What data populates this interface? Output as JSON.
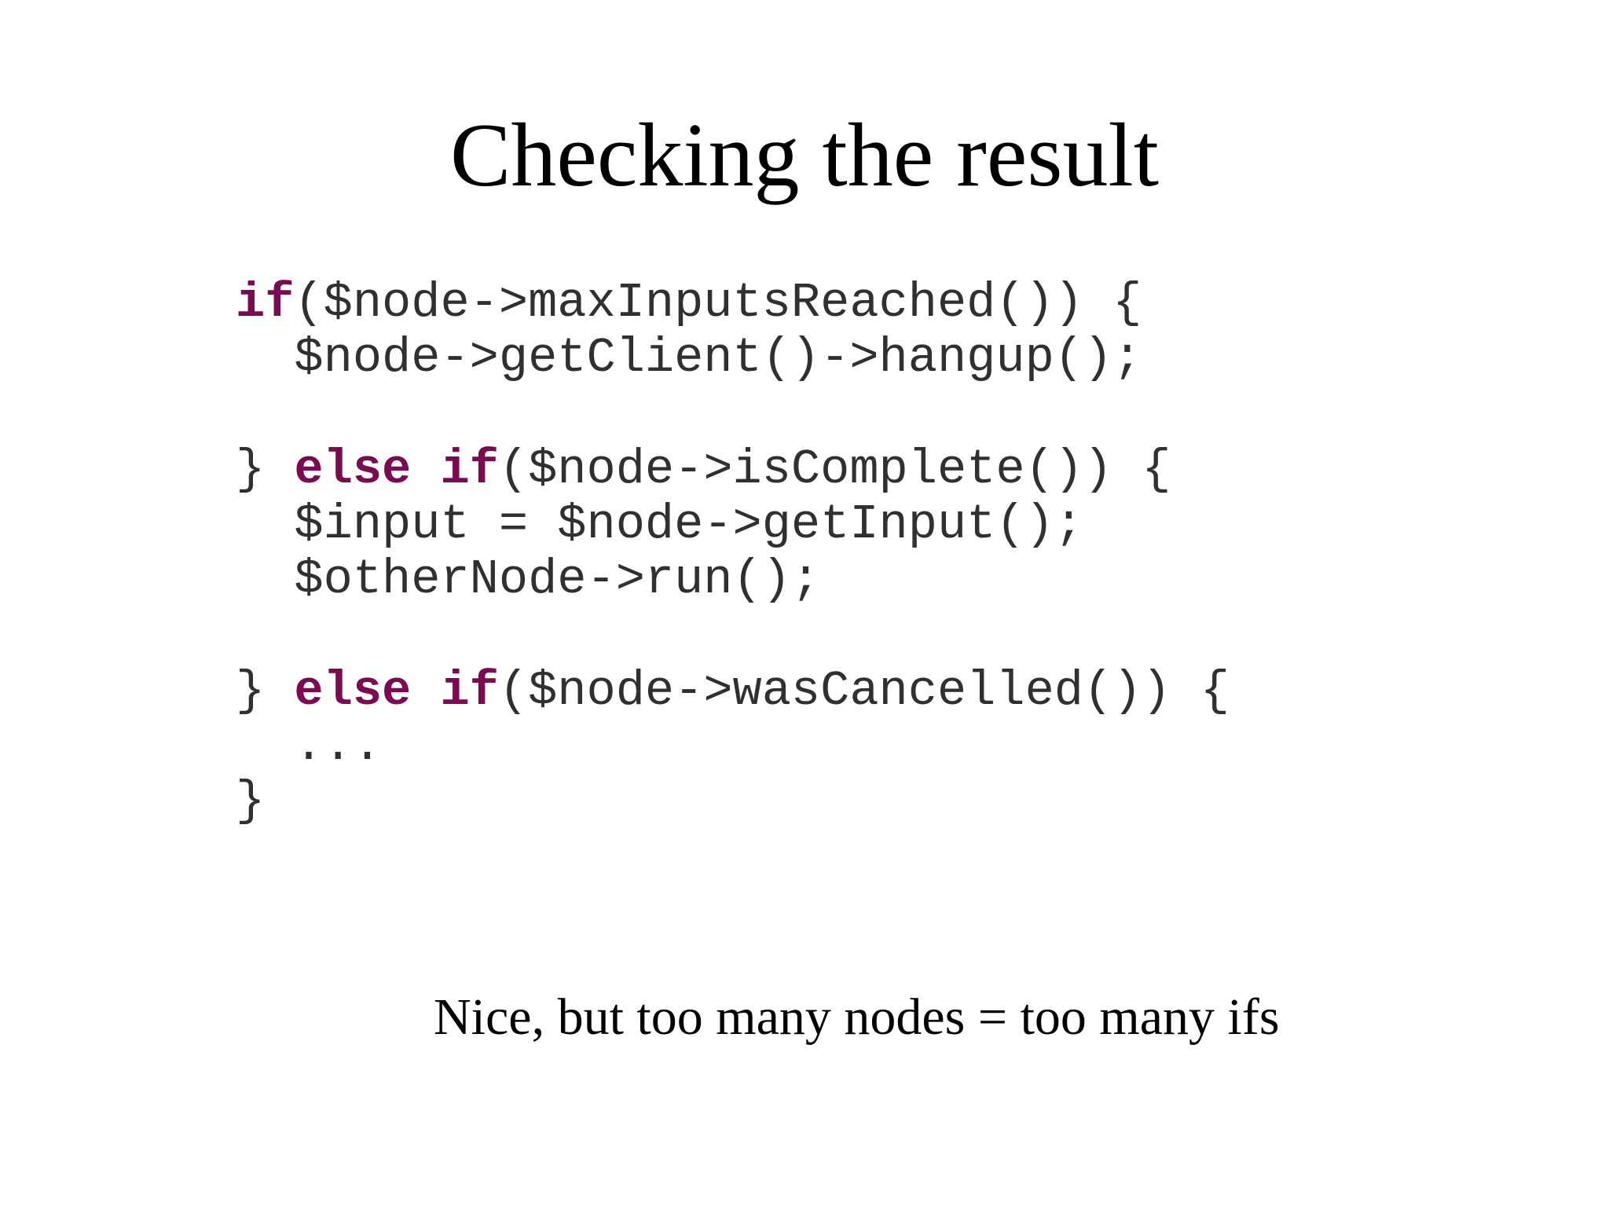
{
  "slide": {
    "title": "Checking the result",
    "code": {
      "lines": [
        {
          "indent": "",
          "closing": "",
          "kw": "if",
          "text": "($node->maxInputsReached()) {"
        },
        {
          "indent": "  ",
          "closing": "",
          "kw": "",
          "text": "$node->getClient()->hangup();"
        },
        {
          "indent": "",
          "closing": "} ",
          "kw": "else if",
          "text": "($node->isComplete()) {"
        },
        {
          "indent": "  ",
          "closing": "",
          "kw": "",
          "text": "$input = $node->getInput();"
        },
        {
          "indent": "  ",
          "closing": "",
          "kw": "",
          "text": "$otherNode->run();"
        },
        {
          "indent": "",
          "closing": "} ",
          "kw": "else if",
          "text": "($node->wasCancelled()) {"
        },
        {
          "indent": "  ",
          "closing": "",
          "kw": "",
          "text": "..."
        },
        {
          "indent": "",
          "closing": "}",
          "kw": "",
          "text": ""
        }
      ]
    },
    "caption": "Nice, but too many nodes = too many ifs"
  },
  "colors": {
    "keyword": "#7b0a52",
    "code_text": "#303030",
    "background": "#ffffff"
  }
}
